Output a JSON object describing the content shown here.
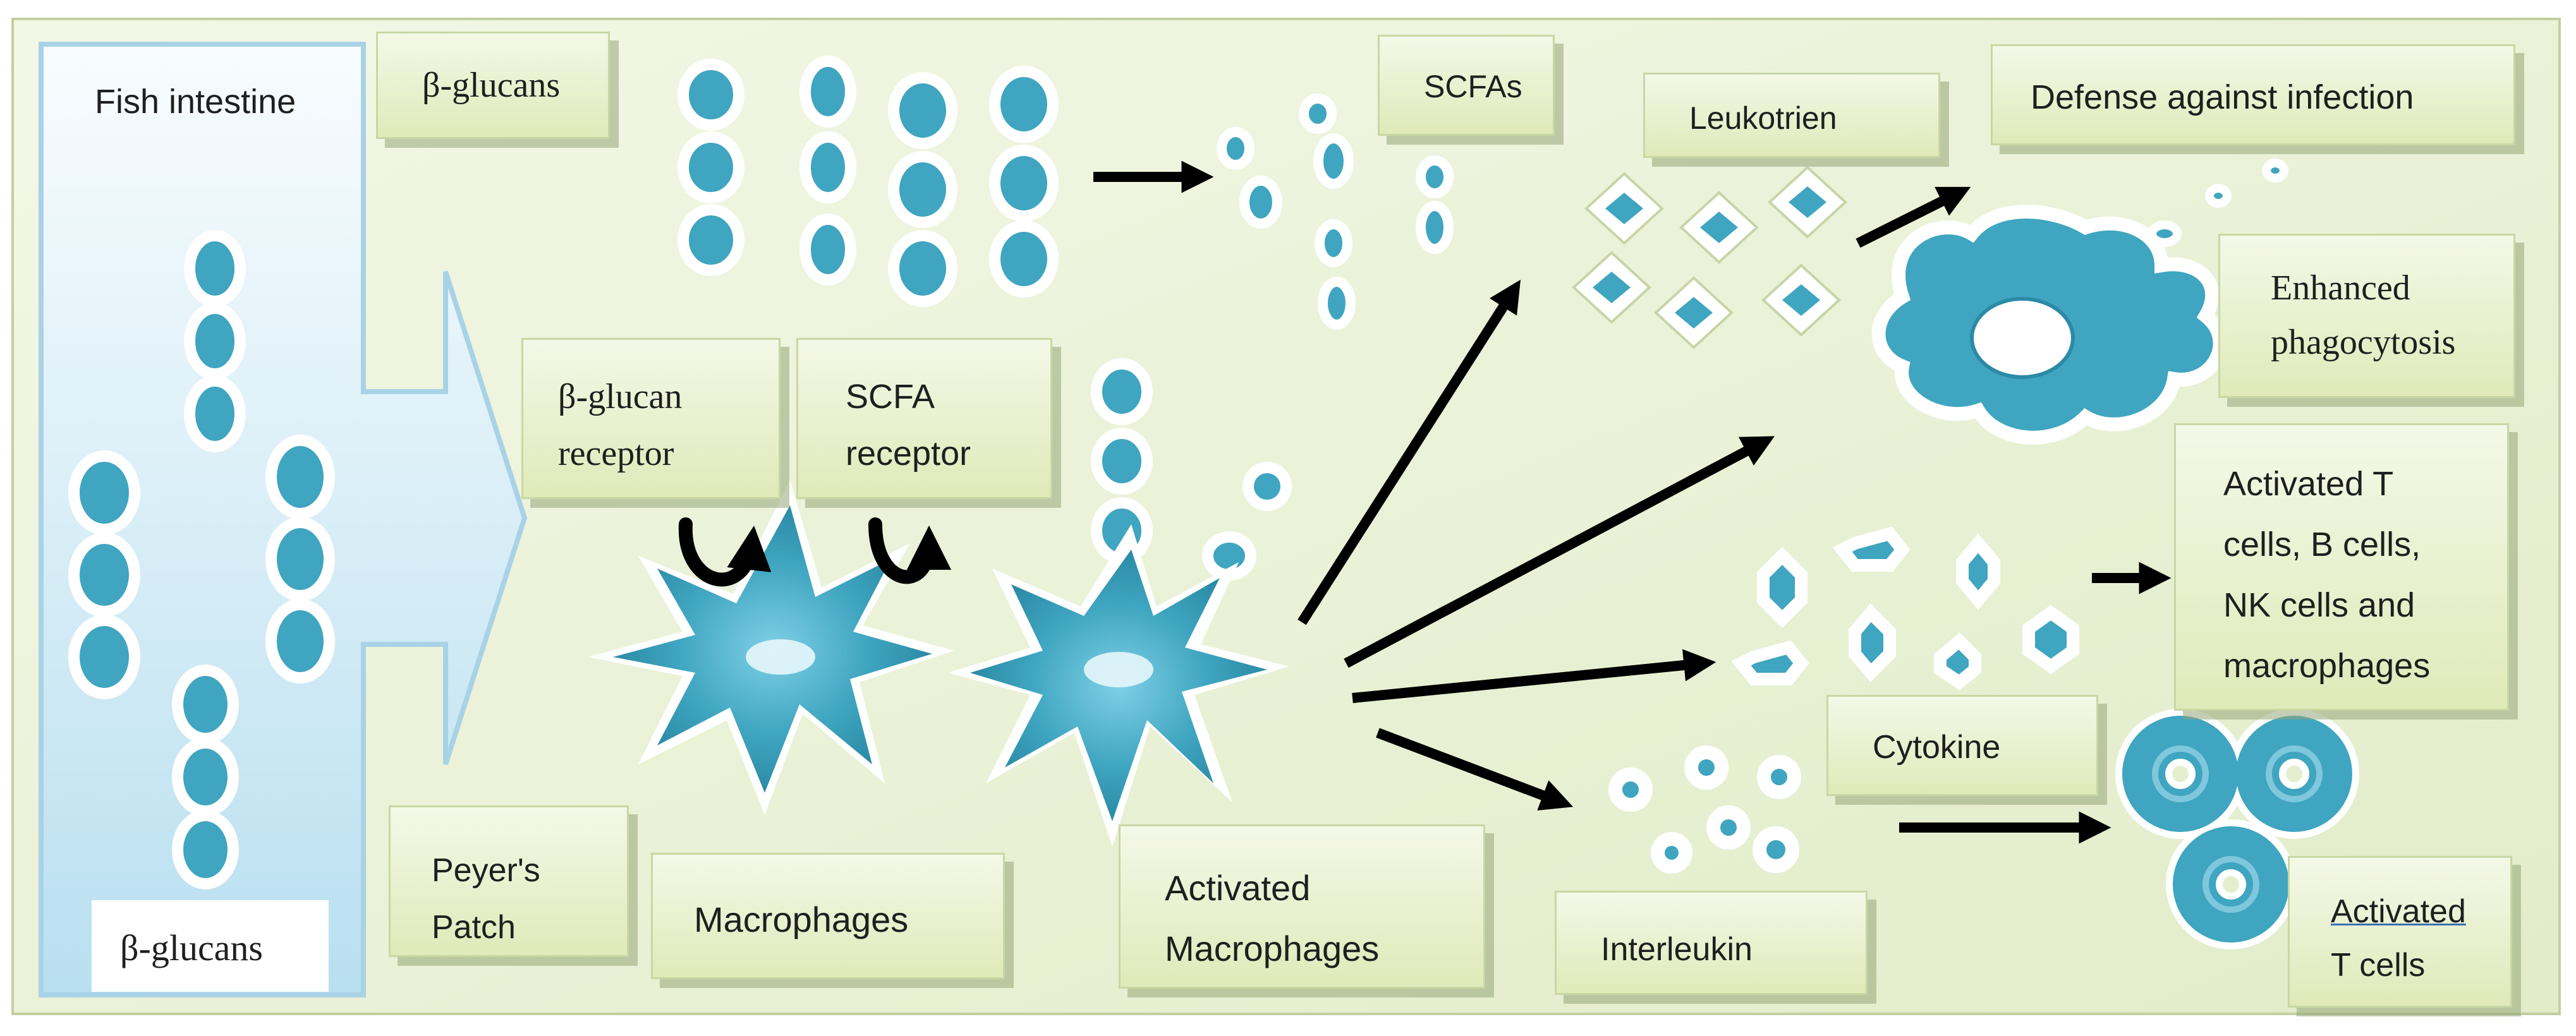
{
  "diagram": {
    "labels": {
      "fish_intestine": "Fish intestine",
      "beta_glucans_bottom": "β-glucans",
      "beta_glucans_top": "β-glucans",
      "scfas": "SCFAs",
      "leukotrien": "Leukotrien",
      "defense": "Defense against infection",
      "enhanced_phagocytosis": "Enhanced\nphagocytosis",
      "beta_glucan_receptor": "β-glucan\nreceptor",
      "scfa_receptor": "SCFA\nreceptor",
      "activated_cells": "Activated T\ncells, B cells,\nNK cells and\nmacrophages",
      "cytokine": "Cytokine",
      "peyers_patch": "Peyer's\nPatch",
      "macrophages": "Macrophages",
      "activated_macrophages": "Activated\nMacrophages",
      "interleukin": "Interleukin",
      "activated_t_cells_line1": "Activated",
      "activated_t_cells_line2": "T cells"
    },
    "colors": {
      "background": "#e8f0d4",
      "cell_fill": "#3fa5c0",
      "cell_ring": "#ffffff",
      "arrow": "#000000",
      "box_fill": "#e4eec8",
      "box_border": "#c9d7a3",
      "intestine_fill": "#dff0f7"
    }
  }
}
